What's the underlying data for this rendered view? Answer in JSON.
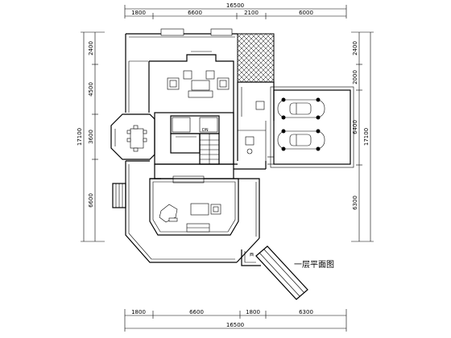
{
  "drawing": {
    "title": "一层平面图",
    "top_total": "16500",
    "top_segments": [
      "1800",
      "6600",
      "2100",
      "6000"
    ],
    "bottom_segments": [
      "1800",
      "6600",
      "1800",
      "6300"
    ],
    "bottom_total": "16500",
    "left_segments": [
      "2400",
      "4500",
      "3600",
      "6600"
    ],
    "left_total": "17100",
    "right_segments": [
      "2400",
      "2000",
      "6400",
      "6300"
    ],
    "right_total": "17100",
    "stair_mark": "DN",
    "entry_mark": "西"
  }
}
